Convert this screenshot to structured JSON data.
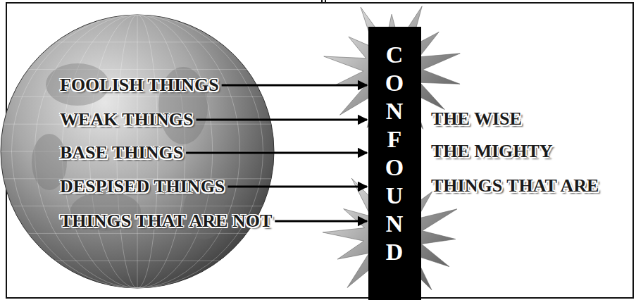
{
  "diagram": {
    "nodes": [
      {
        "text": [
          "FOOLISH THINGS"
        ]
      },
      {
        "text": [
          "WEAK THINGS"
        ]
      },
      {
        "text": [
          "BASE THINGS"
        ]
      },
      {
        "text": [
          "DESPISED THINGS"
        ]
      },
      {
        "text": [
          "THINGS THAT ARE NOT"
        ]
      },
      {
        "text": [
          "CONFOUND"
        ]
      }
    ],
    "edges": [
      {
        "from": 0,
        "to": 5,
        "arrow": "to"
      },
      {
        "from": 1,
        "to": 5,
        "arrow": "to"
      },
      {
        "from": 2,
        "to": 5,
        "arrow": "to"
      },
      {
        "from": 3,
        "to": 5,
        "arrow": "to"
      },
      {
        "from": 4,
        "to": 5,
        "arrow": "to"
      }
    ],
    "labels": [
      "THE WISE",
      "THE MIGHTY",
      "THINGS THAT ARE"
    ]
  }
}
